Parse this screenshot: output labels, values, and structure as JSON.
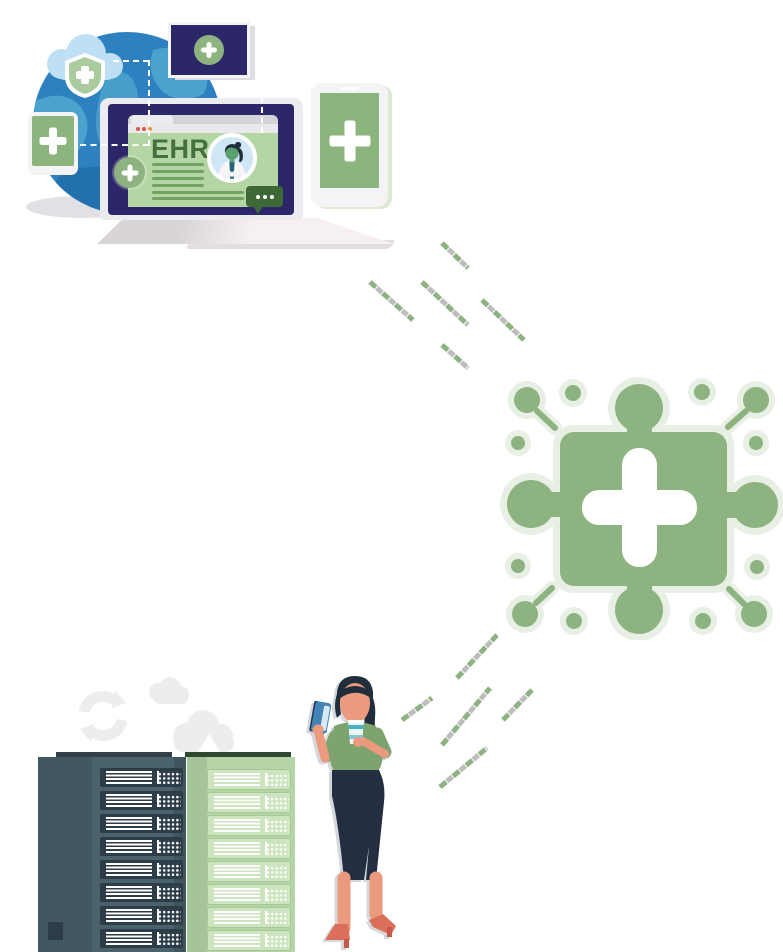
{
  "illustration": {
    "title": "EHR system integration illustration",
    "browser": {
      "ehr_label": "EHR"
    },
    "icons": [
      "medical-cross",
      "shield-check",
      "globe",
      "cloud",
      "doctor-avatar",
      "chat-dots",
      "puzzle-plus",
      "molecule-dot",
      "molecule-pin",
      "server-rack",
      "cloud-sync",
      "refresh-arrows",
      "smartphone",
      "tablet",
      "laptop",
      "woman-with-phone"
    ],
    "palette": {
      "navy": "#2b2768",
      "globe_blue": "#2e81c0",
      "globe_teal": "#4ba3cd",
      "globe_dark": "#2271ad",
      "cloud_blue": "#bedff4",
      "sage": "#8db380",
      "pale": "#e8efe4",
      "screen_green": "#8cb47d",
      "browser_green": "#b4d6a5",
      "ehr_green": "#44703c",
      "line_green": "#73a261",
      "bubble_green": "#3d6937",
      "shield_green": "#a9cb9e",
      "rack_slate": "#4a626c",
      "rack_unit_dark": "#2d3d48",
      "rack_green": "#b5d5a6",
      "rack_unit_light": "#cde5bf",
      "rack_top_dark": "#333f48",
      "rack_top_green": "#2d4a30",
      "dash_green": "#8fb283",
      "dash_gray": "#bdbdbd",
      "light_gray": "#ededed",
      "skin": "#ec9a7d",
      "hair": "#202e3b",
      "top_green": "#7da36f",
      "skirt_navy": "#232e40",
      "shoe_red": "#dc6f59"
    },
    "connectors": {
      "dash_color": "#8fb283",
      "shadow_color": "#bdbdbd",
      "upper_segments": [
        [
          442,
          243,
          468,
          268
        ],
        [
          370,
          282,
          413,
          320
        ],
        [
          422,
          282,
          468,
          325
        ],
        [
          482,
          300,
          524,
          340
        ],
        [
          442,
          345,
          468,
          368
        ]
      ],
      "lower_segments": [
        [
          457,
          678,
          497,
          635
        ],
        [
          402,
          720,
          432,
          698
        ],
        [
          442,
          745,
          490,
          688
        ],
        [
          503,
          720,
          532,
          690
        ],
        [
          440,
          787,
          487,
          748
        ]
      ]
    },
    "racks": {
      "left_rows": 8,
      "right_rows": 8
    }
  }
}
